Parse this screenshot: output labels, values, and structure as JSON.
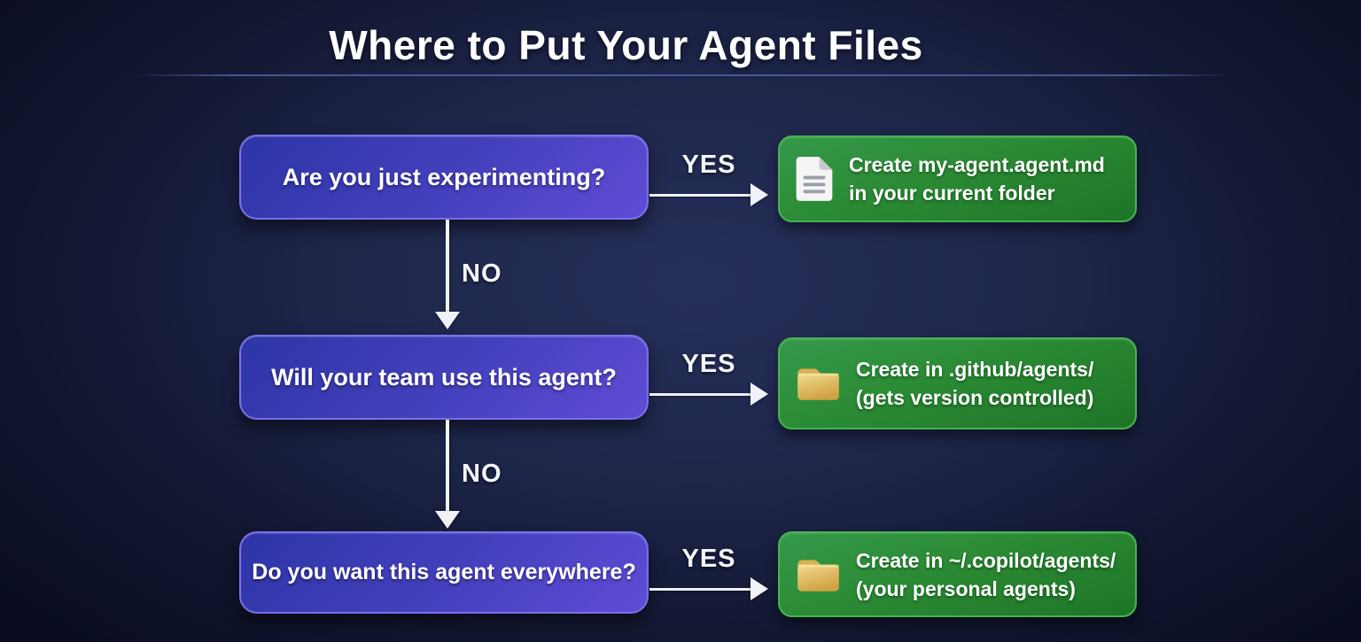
{
  "page": {
    "title": "Where to Put Your Agent Files"
  },
  "flow": {
    "rows": [
      {
        "question": "Are you just experimenting?",
        "connector_yes": "YES",
        "connector_no": "NO",
        "result": {
          "icon": "document-icon",
          "line1": "Create my-agent.agent.md",
          "line2": "in your current folder"
        }
      },
      {
        "question": "Will your team use this agent?",
        "connector_yes": "YES",
        "connector_no": "NO",
        "result": {
          "icon": "folder-icon",
          "line1": "Create in .github/agents/",
          "line2": "(gets version controlled)"
        }
      },
      {
        "question": "Do you want this agent everywhere?",
        "connector_yes": "YES",
        "result": {
          "icon": "folder-icon",
          "line1": "Create in ~/.copilot/agents/",
          "line2": "(your personal agents)"
        }
      }
    ]
  },
  "colors": {
    "background_center": "#27305a",
    "background_edge": "#0a0d22",
    "question_gradient_start": "#2c35a6",
    "question_gradient_end": "#5f4cd6",
    "question_border": "#8076ee",
    "result_gradient_start": "#35994b",
    "result_gradient_end": "#1d7527",
    "result_border": "#46b24f",
    "arrow": "#f0f2f8",
    "title_text": "#ffffff",
    "folder_icon": "#e9c86c",
    "document_icon": "#f5f5f5"
  }
}
